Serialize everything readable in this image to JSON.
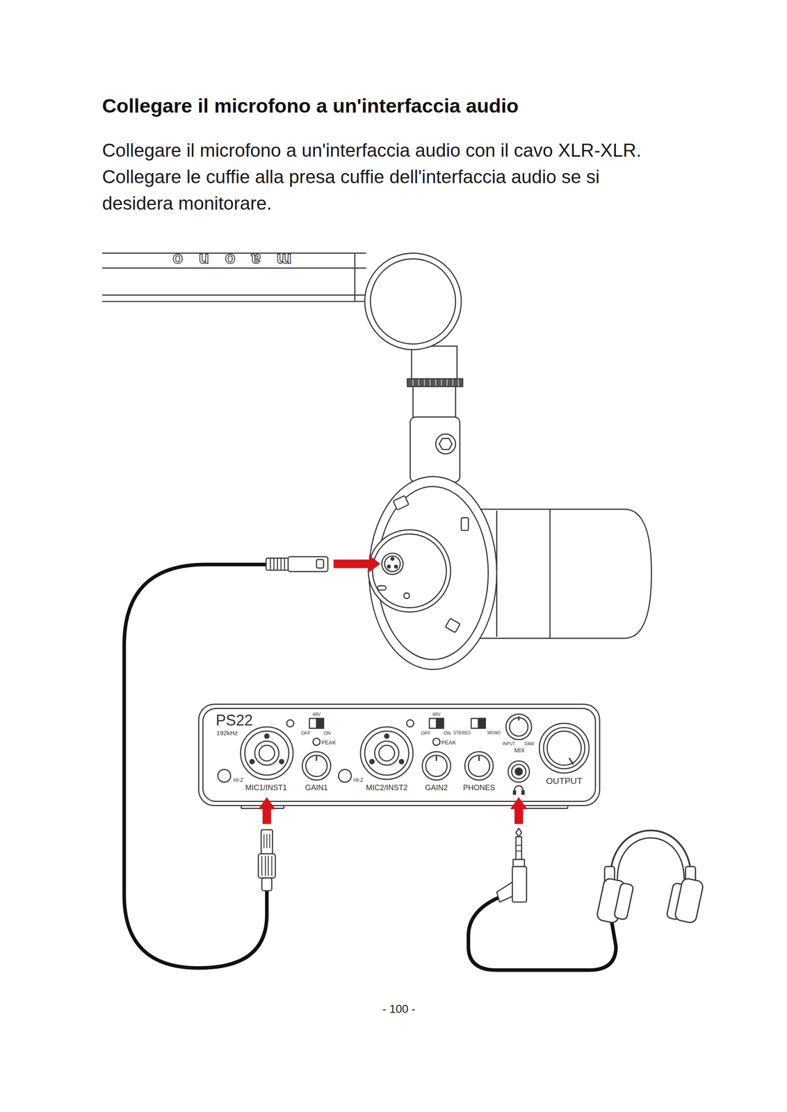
{
  "diagram": {
    "title": "Collegare il microfono a un'interfaccia audio",
    "nodes": [
      {
        "text": [
          "PS22",
          "192kHz",
          "48V",
          "OFF",
          "ON",
          "PEAK",
          "HI-Z",
          "MIC1/INST1",
          "GAIN1",
          "48V",
          "OFF",
          "ON",
          "PEAK",
          "HI-Z",
          "MIC2/INST2",
          "GAIN2",
          "STEREO",
          "MONO",
          "INPUT",
          "DAW",
          "MIX",
          "PHONES",
          "OUTPUT"
        ]
      }
    ],
    "labels": [
      "Collegare il microfono a un'interfaccia audio con il cavo XLR-XLR. Collegare le cuffie alla presa cuffie dell'interfaccia audio se si desidera monitorare.",
      "maono",
      "- 100 -"
    ]
  }
}
